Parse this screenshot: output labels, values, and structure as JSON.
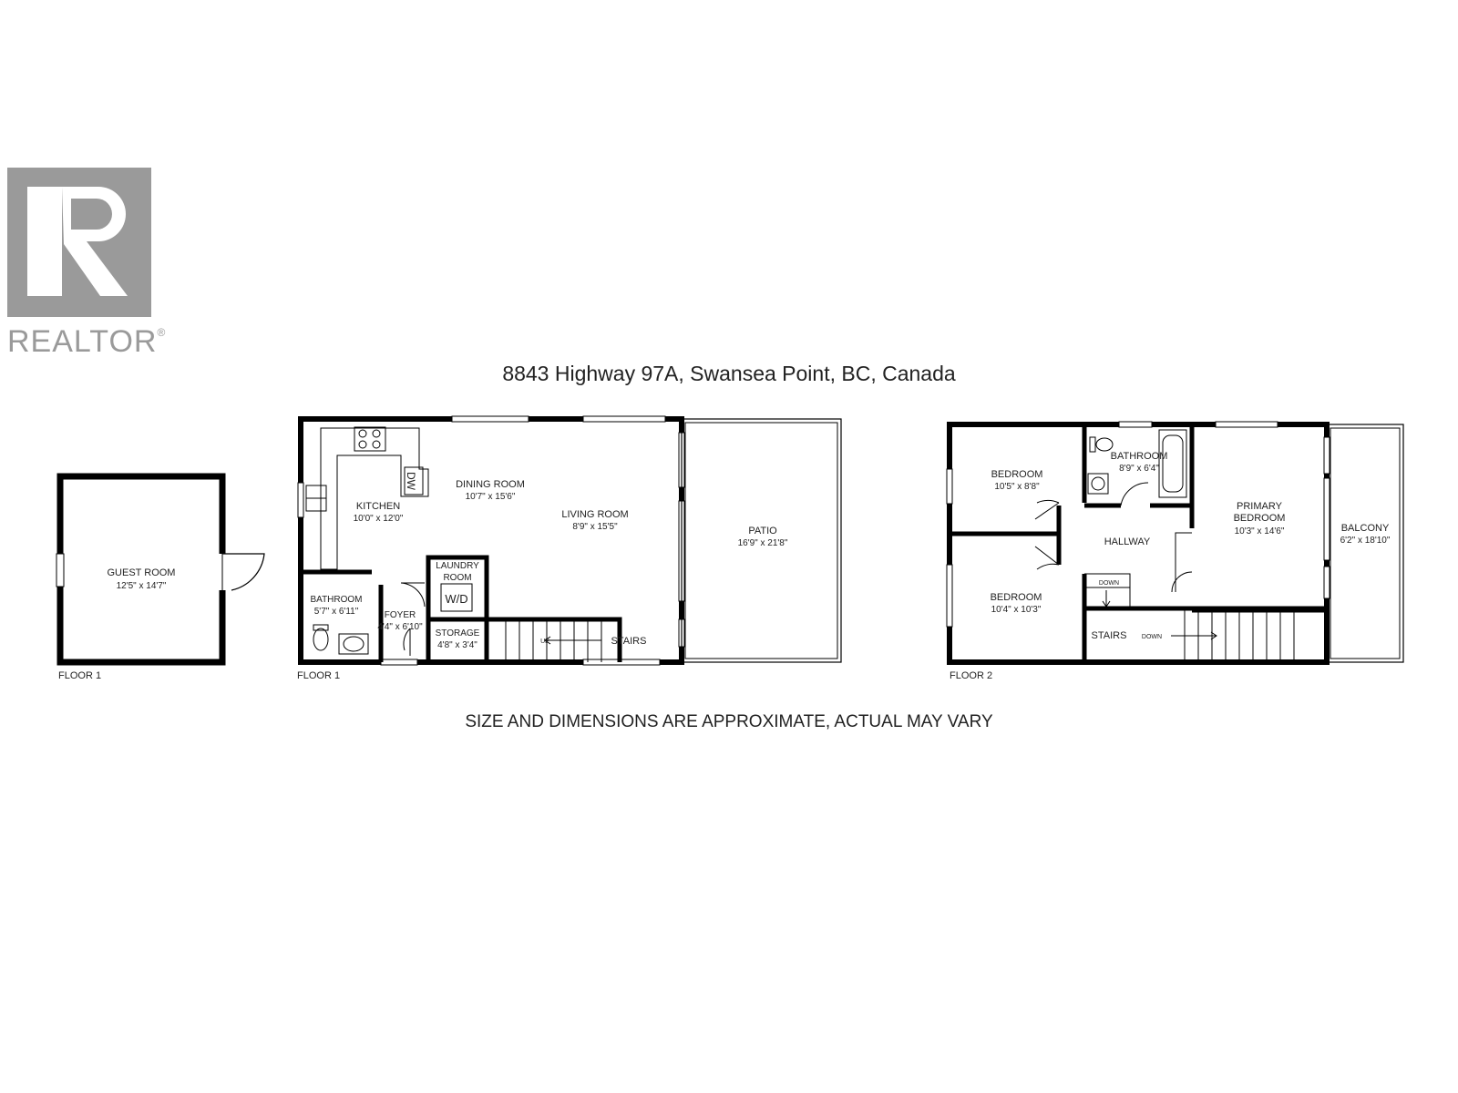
{
  "brand": {
    "name": "REALTOR",
    "mark": "®"
  },
  "title": "8843 Highway 97A, Swansea Point, BC, Canada",
  "disclaimer": "SIZE AND DIMENSIONS ARE APPROXIMATE, ACTUAL MAY VARY",
  "floors": [
    {
      "label": "FLOOR 1",
      "rooms": [
        {
          "name": "GUEST ROOM",
          "dim": "12'5\" x 14'7\""
        }
      ]
    },
    {
      "label": "FLOOR 1",
      "rooms": [
        {
          "name": "KITCHEN",
          "dim": "10'0\" x 12'0\""
        },
        {
          "name": "DINING ROOM",
          "dim": "10'7\" x 15'6\""
        },
        {
          "name": "LIVING ROOM",
          "dim": "8'9\" x 15'5\""
        },
        {
          "name": "PATIO",
          "dim": "16'9\" x 21'8\""
        },
        {
          "name": "LAUNDRY",
          "name2": "ROOM",
          "fixture": "W/D"
        },
        {
          "name": "BATHROOM",
          "dim": "5'7\" x 6'11\""
        },
        {
          "name": "FOYER",
          "dim": "4'4\" x 6'10\""
        },
        {
          "name": "STORAGE",
          "dim": "4'8\" x 3'4\""
        },
        {
          "name": "STAIRS",
          "dir": "UP"
        },
        {
          "name": "DW"
        }
      ]
    },
    {
      "label": "FLOOR 2",
      "rooms": [
        {
          "name": "BEDROOM",
          "dim": "10'5\" x 8'8\""
        },
        {
          "name": "BATHROOM",
          "dim": "8'9\" x 6'4\""
        },
        {
          "name": "PRIMARY",
          "name2": "BEDROOM",
          "dim": "10'3\" x 14'6\""
        },
        {
          "name": "BALCONY",
          "dim": "6'2\" x 18'10\""
        },
        {
          "name": "HALLWAY"
        },
        {
          "name": "BEDROOM",
          "dim": "10'4\" x 10'3\""
        },
        {
          "name": "STAIRS",
          "dir": "DOWN",
          "dir2": "DOWN"
        }
      ]
    }
  ]
}
